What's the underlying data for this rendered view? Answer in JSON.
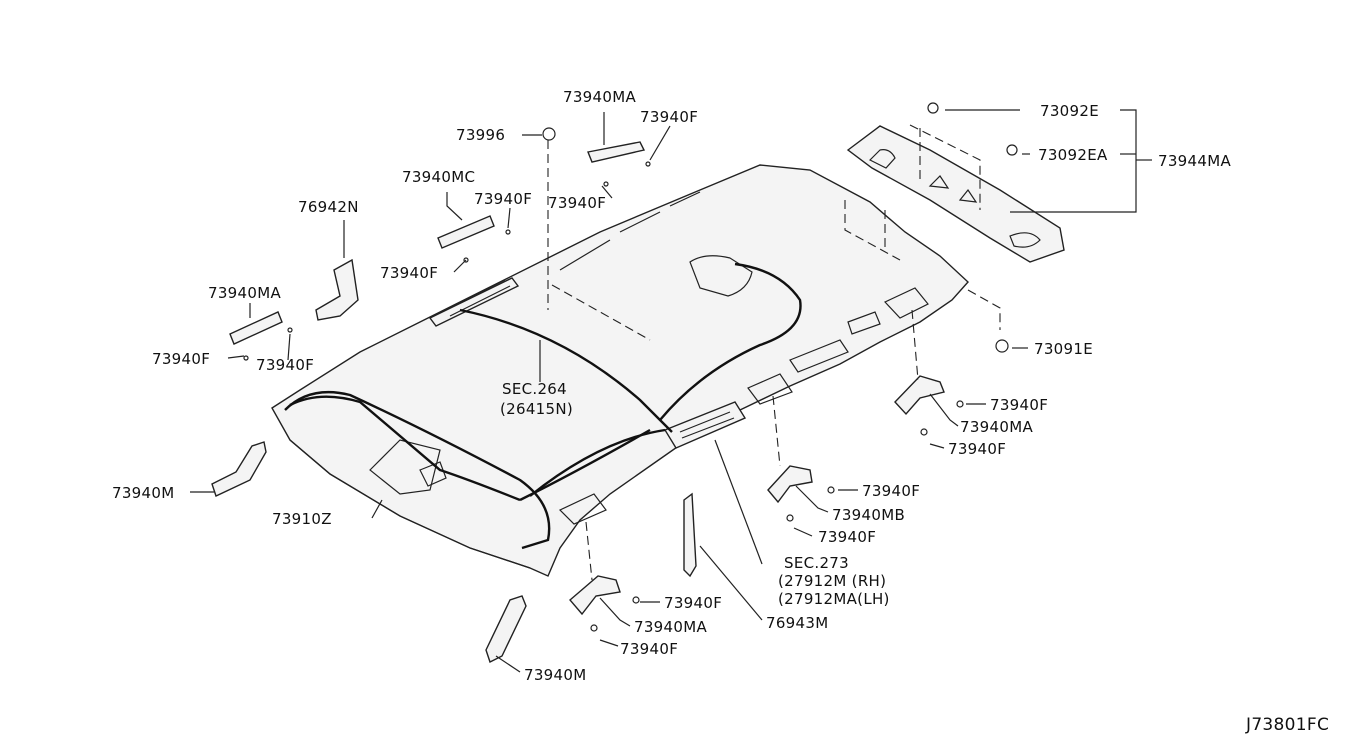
{
  "diagram_code": "J73801FC",
  "labels": {
    "l_73940MA_top": "73940MA",
    "l_73940F_top": "73940F",
    "l_73996": "73996",
    "l_73940MC": "73940MC",
    "l_73940F_a": "73940F",
    "l_73940F_b": "73940F",
    "l_76942N": "76942N",
    "l_73940F_c": "73940F",
    "l_73940MA_left": "73940MA",
    "l_73940F_d": "73940F",
    "l_73940F_e": "73940F",
    "l_sec264": "SEC.264",
    "l_26415N": "(26415N)",
    "l_73092E": "73092E",
    "l_73092EA": "73092EA",
    "l_73944MA": "73944MA",
    "l_73091E": "73091E",
    "l_73940F_r1": "73940F",
    "l_73940MA_r": "73940MA",
    "l_73940F_r2": "73940F",
    "l_73940M_left": "73940M",
    "l_73910Z": "73910Z",
    "l_73940F_m1": "73940F",
    "l_73940MB": "73940MB",
    "l_73940F_m2": "73940F",
    "l_sec273": "SEC.273",
    "l_27912M": "(27912M (RH)",
    "l_27912MA": "(27912MA(LH)",
    "l_73940F_b1": "73940F",
    "l_73940MA_b": "73940MA",
    "l_76943M": "76943M",
    "l_73940F_b2": "73940F",
    "l_73940M_bottom": "73940M"
  }
}
